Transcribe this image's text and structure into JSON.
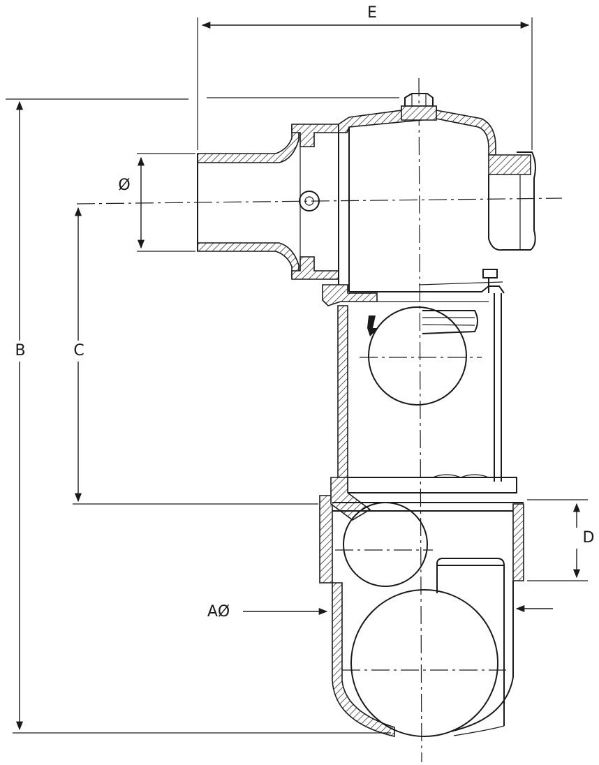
{
  "labels": {
    "e": "E",
    "b": "B",
    "c": "C",
    "d": "D",
    "diameter": "Ø",
    "a_diameter": "AØ"
  }
}
